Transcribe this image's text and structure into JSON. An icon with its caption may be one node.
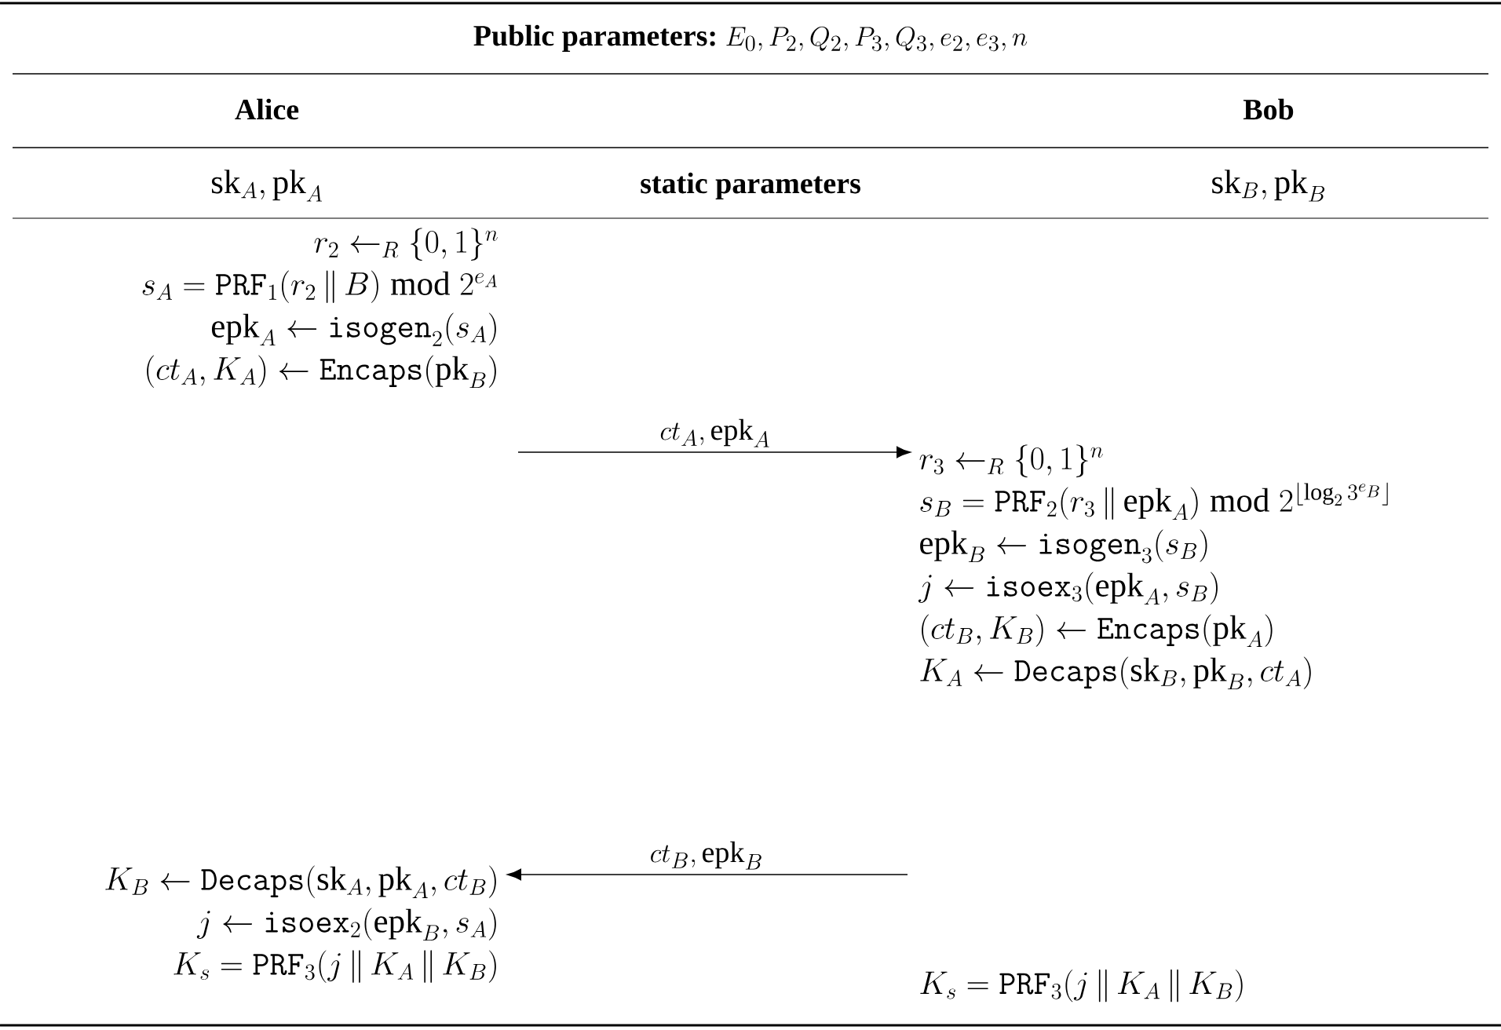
{
  "diagram": {
    "title": "\\textbf{Public parameters:}\\ E_0, P_2, Q_2, P_3, Q_3, e_2, e_3, n",
    "nodes": [
      {
        "text": [
          "r_2 \\leftarrow_R \\{0,1\\}^n",
          "s_A = \\mathtt{PRF}_1(r_2 \\,\\|\\, B) \\bmod 2^{e_A}",
          "\\mathrm{epk}_A \\leftarrow \\mathtt{isogen}_2(s_A)",
          "(ct_A, K_A) \\leftarrow \\mathtt{Encaps}(\\mathrm{pk}_B)"
        ]
      },
      {
        "text": [
          "r_3 \\leftarrow_R \\{0,1\\}^n",
          "s_B = \\mathtt{PRF}_2(r_3 \\,\\|\\, \\mathrm{epk}_A) \\bmod 2^{\\lfloor \\log_2 3^{e_B} \\rfloor}",
          "\\mathrm{epk}_B \\leftarrow \\mathtt{isogen}_3(s_B)",
          "j \\leftarrow \\mathtt{isoex}_3(\\mathrm{epk}_A, s_B)",
          "(ct_B, K_B) \\leftarrow \\mathtt{Encaps}(\\mathrm{pk}_A)",
          "K_A \\leftarrow \\mathtt{Decaps}(\\mathrm{sk}_B, \\mathrm{pk}_B, ct_A)"
        ]
      },
      {
        "text": [
          "K_B \\leftarrow \\mathtt{Decaps}(\\mathrm{sk}_A, \\mathrm{pk}_A, ct_B)",
          "j \\leftarrow \\mathtt{isoex}_2(\\mathrm{epk}_B, s_A)",
          "K_s = \\mathtt{PRF}_3(j \\,\\|\\, K_A \\,\\|\\, K_B)"
        ]
      }
    ],
    "edges": [
      {
        "from": null,
        "to": 1,
        "arrow": "to",
        "label": "ct_A, \\mathrm{epk}_A"
      },
      {
        "from": null,
        "to": 2,
        "arrow": "to",
        "label": "ct_B, \\mathrm{epk}_B"
      }
    ],
    "labels": [
      "Alice",
      "Bob",
      "\\mathrm{sk}_A, \\mathrm{pk}_A",
      "static parameters",
      "\\mathrm{sk}_B, \\mathrm{pk}_B",
      "K_s = \\mathtt{PRF}_3(j \\,\\|\\, K_A \\,\\|\\, K_B)"
    ]
  }
}
